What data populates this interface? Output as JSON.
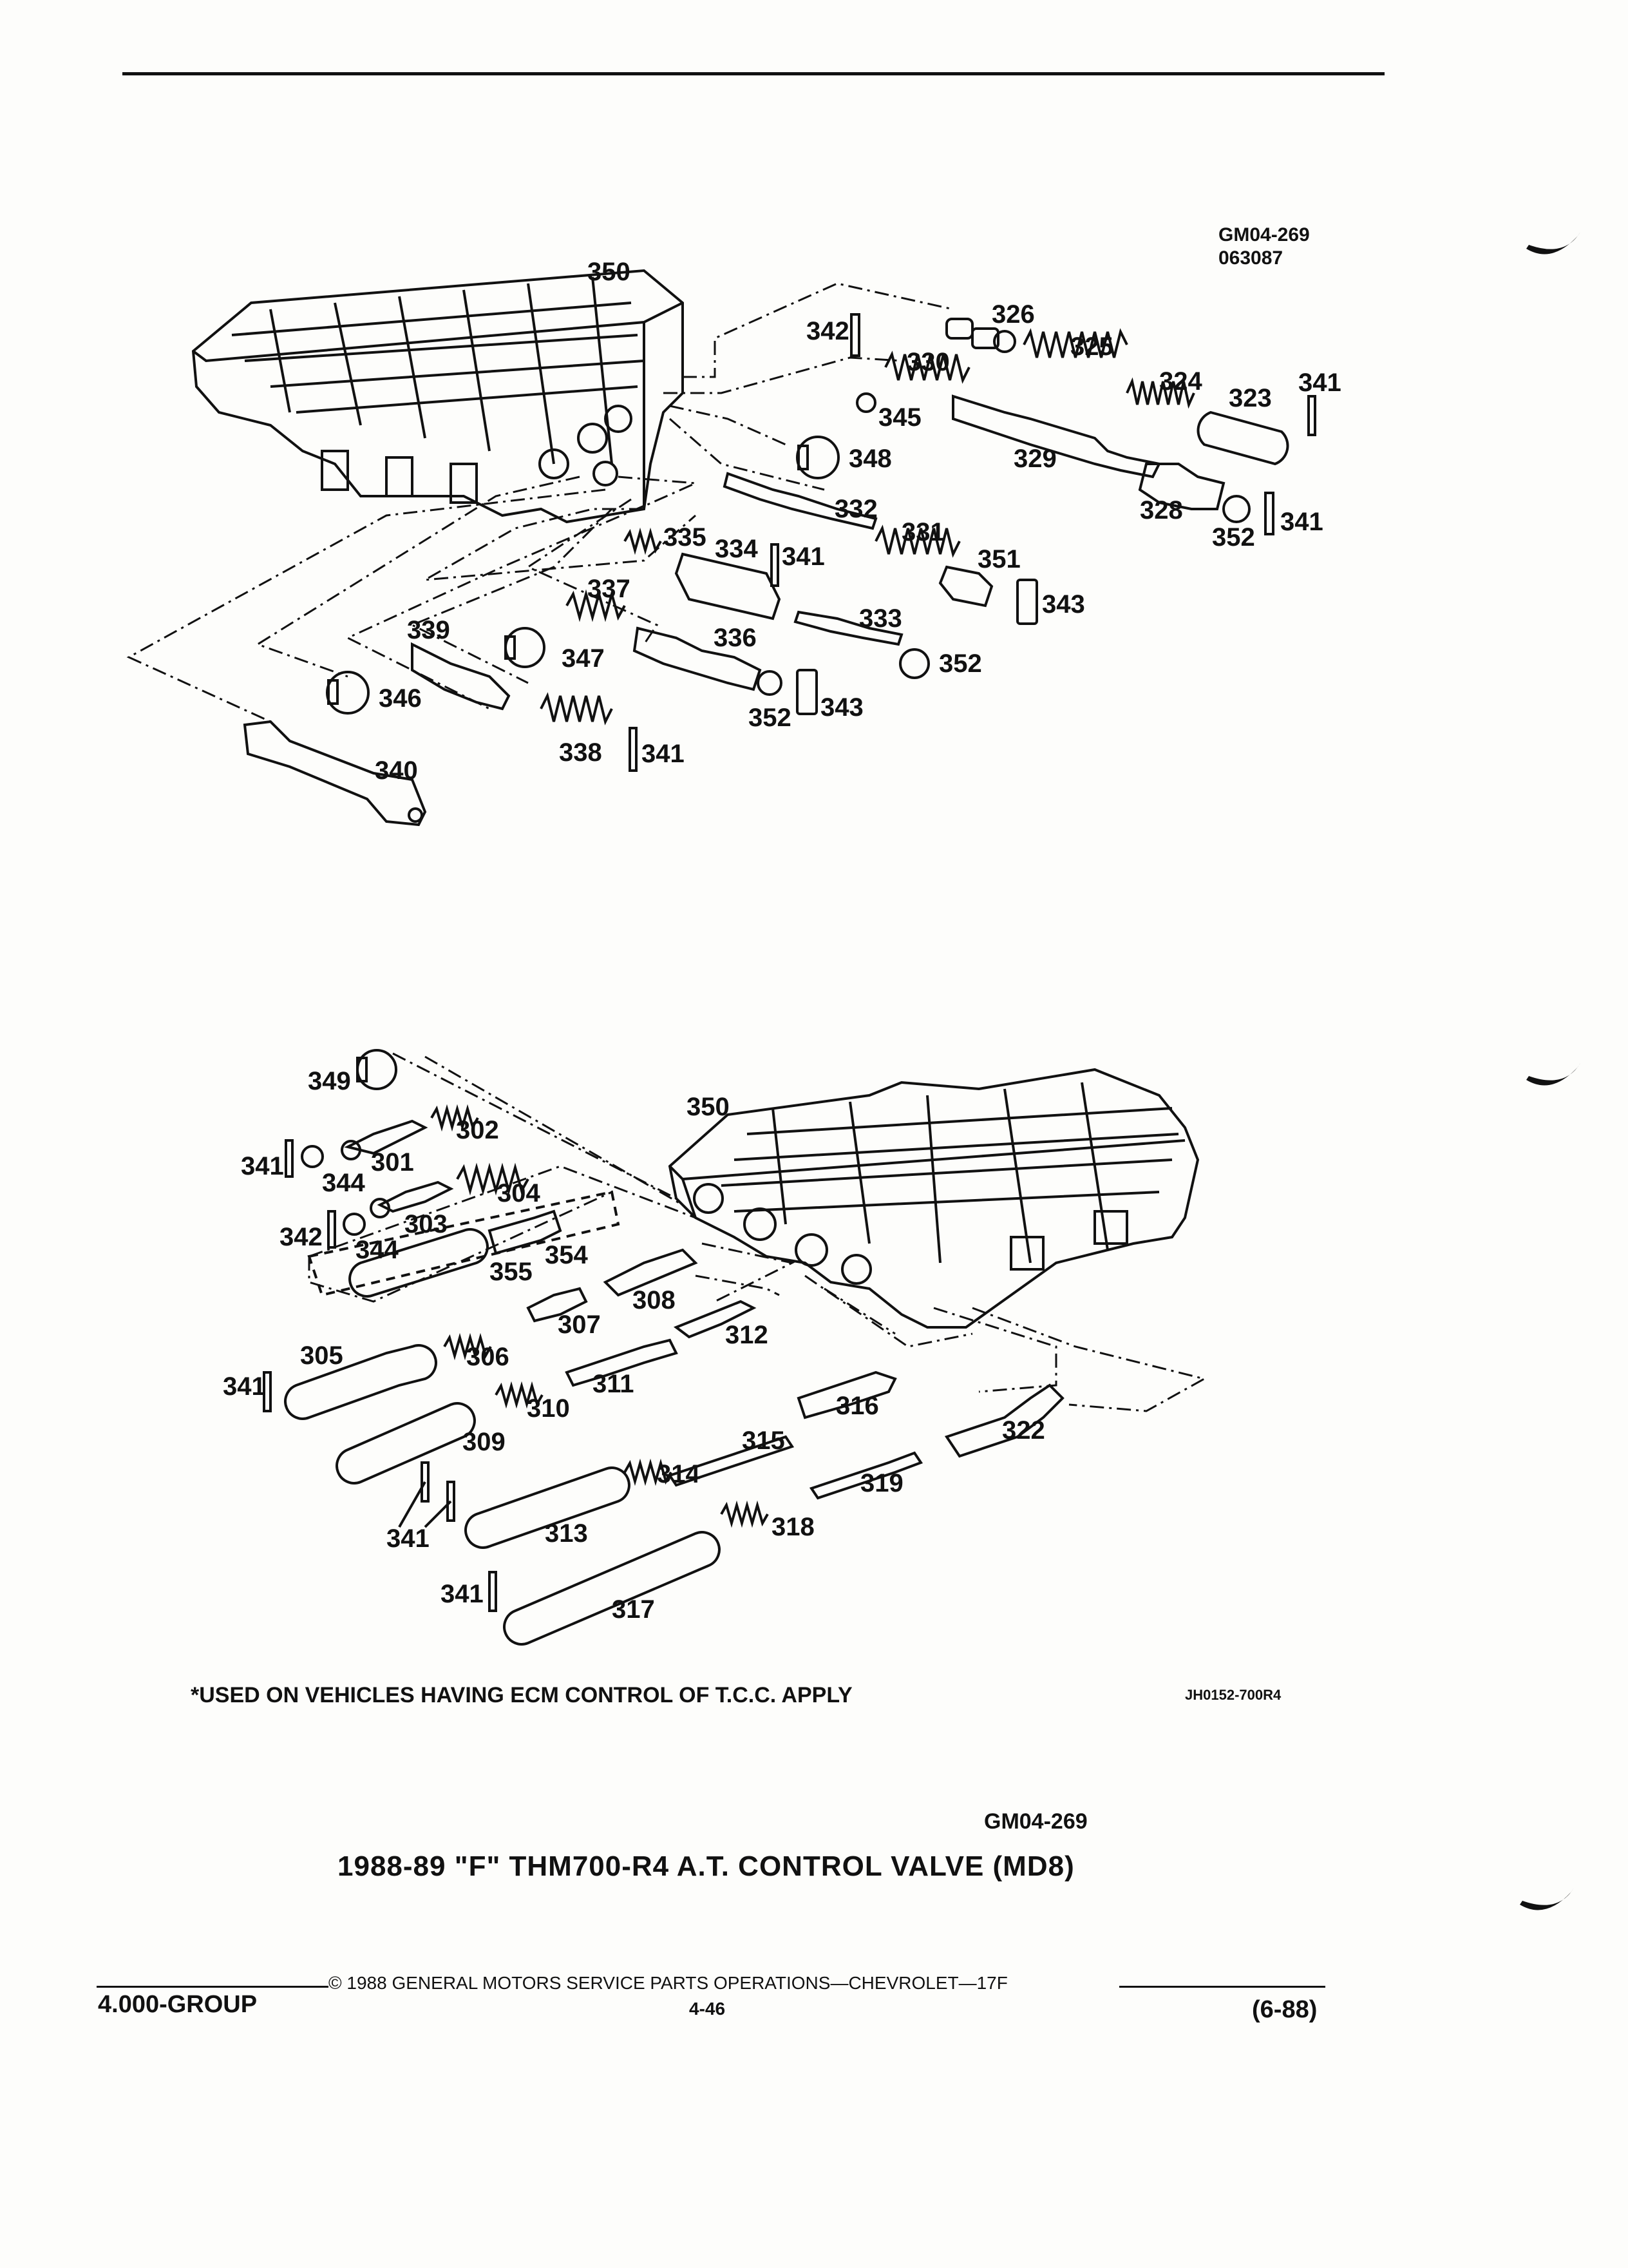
{
  "header": {
    "code_top": "GM04-269",
    "code_sub": "063087"
  },
  "diagram_upper": {
    "callouts": [
      "350",
      "342",
      "326",
      "325",
      "330",
      "324",
      "323",
      "341",
      "345",
      "348",
      "329",
      "328",
      "352",
      "341",
      "332",
      "331",
      "335",
      "334",
      "341",
      "351",
      "343",
      "337",
      "333",
      "336",
      "352",
      "339",
      "347",
      "346",
      "352",
      "343",
      "338",
      "341",
      "340"
    ]
  },
  "diagram_lower": {
    "callouts": [
      "349",
      "302",
      "350",
      "341",
      "301",
      "344",
      "304",
      "342",
      "303",
      "344",
      "354",
      "355",
      "308",
      "307",
      "312",
      "305",
      "306",
      "341",
      "311",
      "310",
      "316",
      "322",
      "309",
      "315",
      "314",
      "319",
      "341",
      "313",
      "318",
      "341",
      "317"
    ]
  },
  "note": "*USED ON VEHICLES HAVING ECM CONTROL OF T.C.C. APPLY",
  "figure_ref": "JH0152-700R4",
  "figure_code": "GM04-269",
  "title": "1988-89 \"F\" THM700-R4 A.T. CONTROL VALVE (MD8)",
  "footer": {
    "group": "4.000-GROUP",
    "copyright": "©  1988  GENERAL MOTORS SERVICE PARTS OPERATIONS—CHEVROLET—17F",
    "page": "4-46",
    "date": "(6-88)"
  }
}
